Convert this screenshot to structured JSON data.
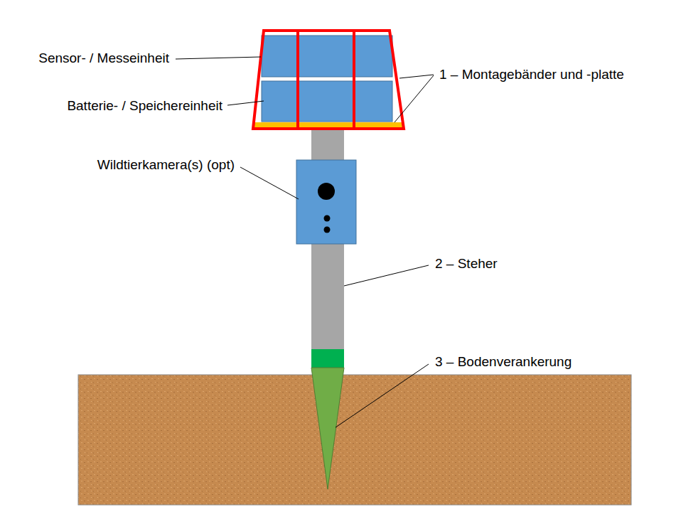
{
  "diagram": {
    "labels": [
      "Sensor- / Messeinheit",
      "1 – Montagebänder und -platte",
      "Batterie- / Speichereinheit",
      "Wildtierkamera(s) (opt)",
      "2 – Steher",
      "3 – Bodenverankerung"
    ]
  }
}
